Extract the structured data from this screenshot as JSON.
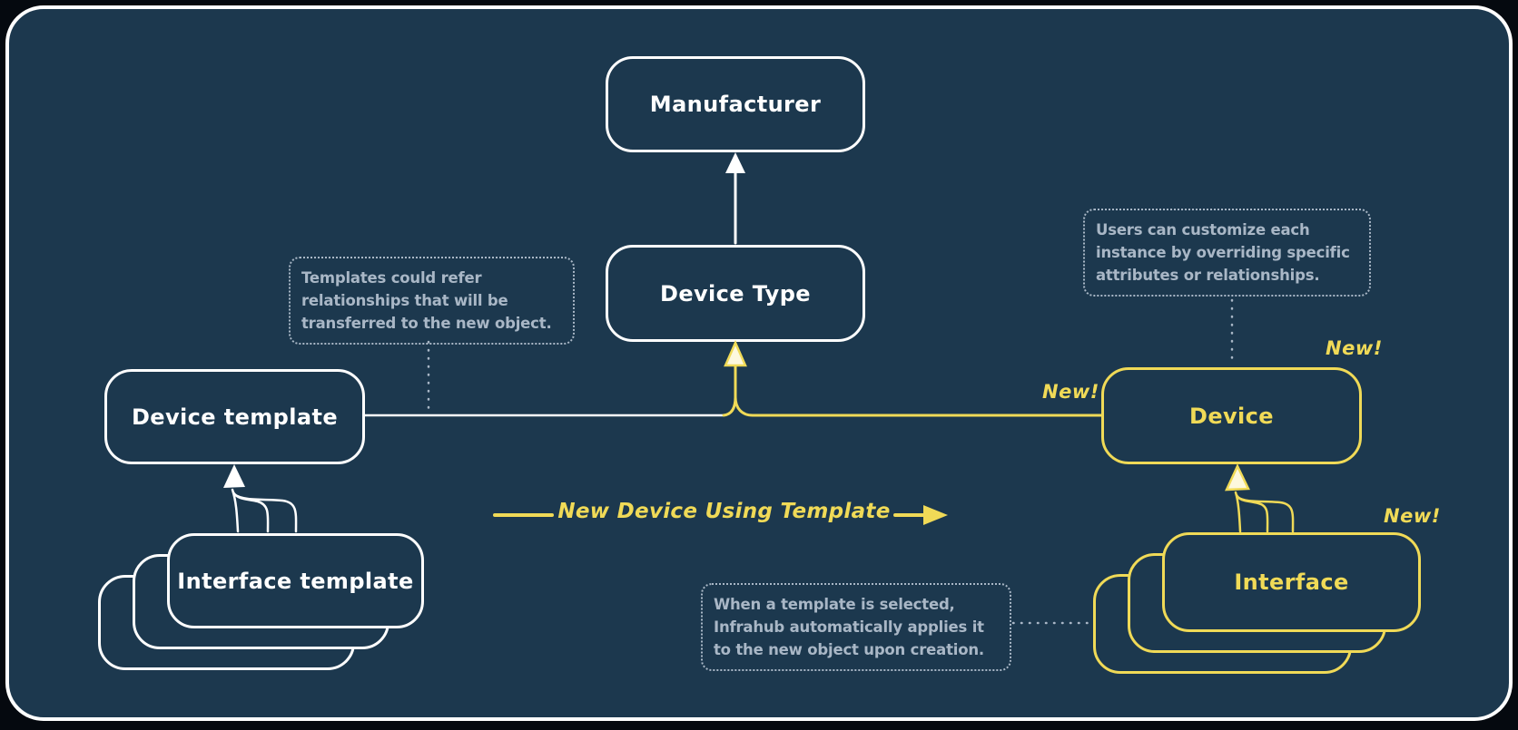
{
  "colors": {
    "canvas-bg": "#1c384e",
    "outer-bg": "#05090f",
    "ink": "#ffffff",
    "accent": "#f0da57",
    "note": "#a9b7c6",
    "arrowhead-fill": "#fdf8dd"
  },
  "nodes": {
    "manufacturer": {
      "label": "Manufacturer"
    },
    "device_type": {
      "label": "Device Type"
    },
    "device_template": {
      "label": "Device template"
    },
    "interface_template": {
      "label": "Interface template"
    },
    "device": {
      "label": "Device"
    },
    "interface": {
      "label": "Interface"
    }
  },
  "annotations": {
    "templates_note": {
      "lines": [
        "Templates could refer",
        "relationships that will be",
        "transferred to the new object."
      ]
    },
    "customize_note": {
      "lines": [
        "Users can customize each",
        "instance by overriding specific",
        "attributes or relationships."
      ]
    },
    "apply_note": {
      "lines": [
        "When a template is selected,",
        "Infrahub automatically applies it",
        "to the new object upon creation."
      ]
    }
  },
  "labels": {
    "flow": "New Device Using Template",
    "new_badge": "New!"
  },
  "icons": {
    "up_arrow": "arrow pointing up",
    "right_arrow": "arrow pointing right"
  }
}
